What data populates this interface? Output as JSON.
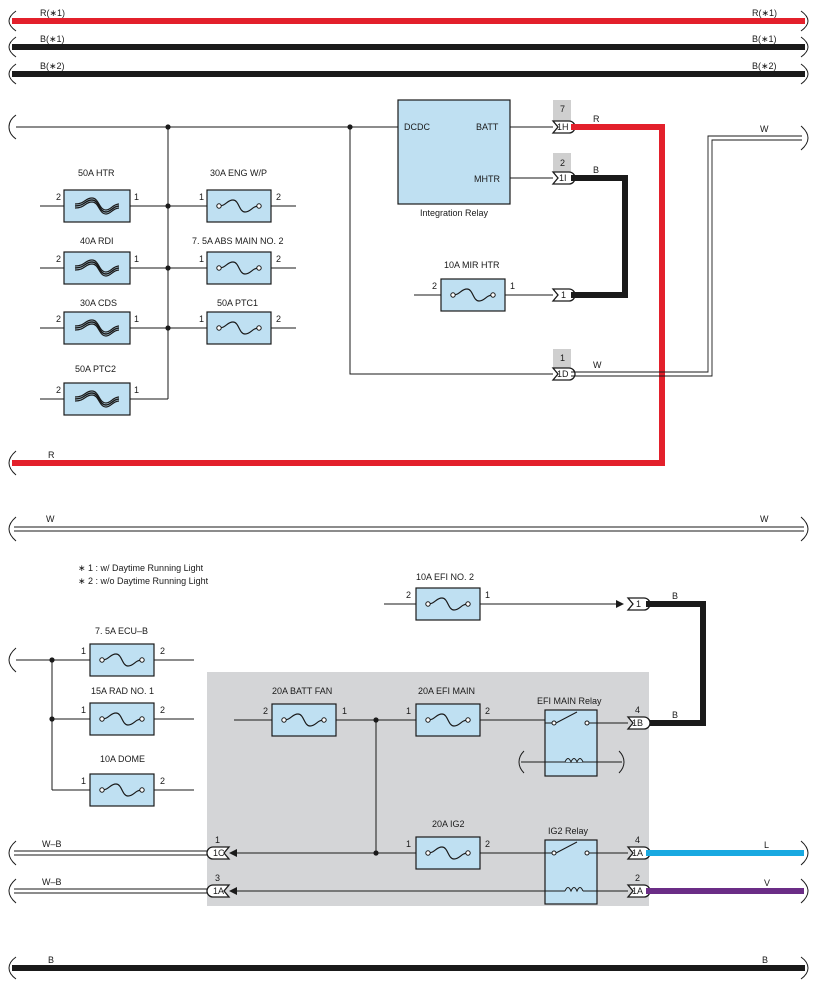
{
  "colors": {
    "red": "#e3202b",
    "black": "#1a1a1a",
    "light_blue": "#19a9e1",
    "violet": "#6b2d86",
    "fuse_fill": "#bfe0f2",
    "shade": "#d4d5d7"
  },
  "wires": {
    "r_1": "R(∗1)",
    "b_1": "B(∗1)",
    "b_2": "B(∗2)",
    "r": "R",
    "b": "B",
    "w": "W",
    "wb": "W–B",
    "l": "L",
    "v": "V"
  },
  "fuses": {
    "htr_50a": "50A HTR",
    "rdi_40a": "40A RDI",
    "cds_30a": "30A CDS",
    "ptc2_50a": "50A PTC2",
    "eng_wp_30a": "30A ENG W/P",
    "abs_main2": "7. 5A ABS MAIN NO. 2",
    "ptc1_50a": "50A PTC1",
    "mir_htr_10a": "10A MIR HTR",
    "efi_no2_10a": "10A EFI NO. 2",
    "ecu_b": "7. 5A ECU–B",
    "rad_no1_15a": "15A RAD NO. 1",
    "dome_10a": "10A DOME",
    "batt_fan_20a": "20A BATT FAN",
    "efi_main_20a": "20A EFI MAIN",
    "ig2_20a": "20A IG2"
  },
  "relays": {
    "integration_relay": "Integration Relay",
    "dcdc": "DCDC",
    "batt": "BATT",
    "mhtr": "MHTR",
    "efi_main_relay": "EFI MAIN Relay",
    "ig2_relay": "IG2 Relay"
  },
  "connectors": {
    "c_1h": "1H",
    "c_1i": "1I",
    "c_1d": "1D",
    "c_1": "1",
    "c_1b": "1B",
    "c_1a": "1A",
    "c_1c": "1C"
  },
  "pins": {
    "p1": "1",
    "p2": "2",
    "p3": "3",
    "p4": "4",
    "p7": "7"
  },
  "notes": {
    "note1": "∗ 1 : w/ Daytime Running Light",
    "note2": "∗ 2 : w/o Daytime Running Light"
  }
}
